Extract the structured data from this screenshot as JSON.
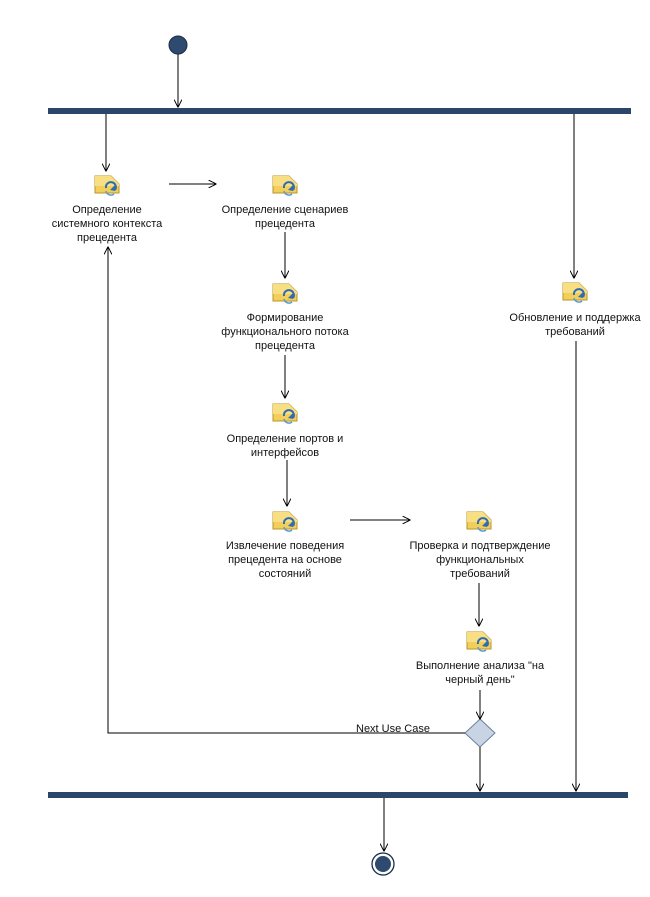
{
  "diagram": {
    "activities": [
      {
        "id": "a1",
        "label": "Определение\nсистемного контекста\nпрецедента"
      },
      {
        "id": "a2",
        "label": "Определение сценариев\nпрецедента"
      },
      {
        "id": "a3",
        "label": "Формирование\nфункционального потока\nпрецедента"
      },
      {
        "id": "a4",
        "label": "Определение портов и\nинтерфейсов"
      },
      {
        "id": "a5",
        "label": "Извлечение поведения\nпрецедента на основе\nсостояний"
      },
      {
        "id": "a6",
        "label": "Проверка и подтверждение\nфункциональных\nтребований"
      },
      {
        "id": "a7",
        "label": "Выполнение анализа \"на\nчерный день\""
      },
      {
        "id": "a8",
        "label": "Обновление и поддержка\nтребований"
      }
    ],
    "decision_guard": "Next Use Case"
  },
  "colors": {
    "node_fill": "#2e4a6e",
    "bar_fill": "#2b4668",
    "decision_fill": "#c8d4e3",
    "line": "#000000",
    "icon_folder": "#f2cf5b",
    "icon_arrow": "#2f6db3"
  },
  "icons": {
    "activity": "activity-gear-icon"
  }
}
